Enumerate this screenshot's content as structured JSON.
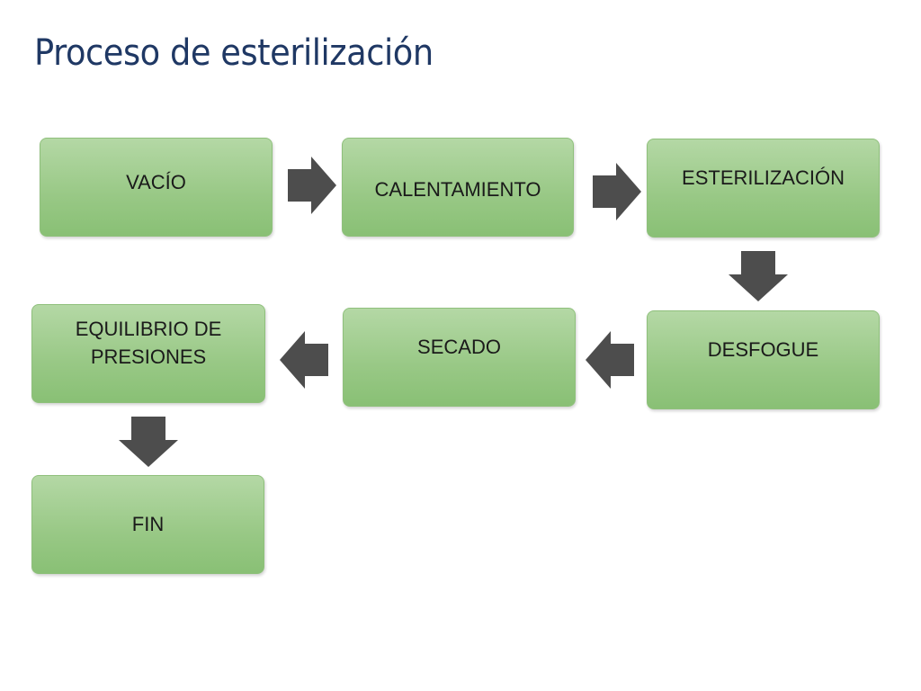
{
  "title": "Proceso de esterilización",
  "steps": [
    {
      "label": "VACÍO"
    },
    {
      "label": "CALENTAMIENTO"
    },
    {
      "label": "ESTERILIZACIÓN"
    },
    {
      "label": "DESFOGUE"
    },
    {
      "label": "SECADO"
    },
    {
      "label": "EQUILIBRIO DE PRESIONES"
    },
    {
      "label": "FIN"
    }
  ],
  "colors": {
    "title": "#1f3864",
    "box_fill": "#a3d093",
    "box_border": "#8fc07c",
    "arrow": "#4d4d4d"
  }
}
